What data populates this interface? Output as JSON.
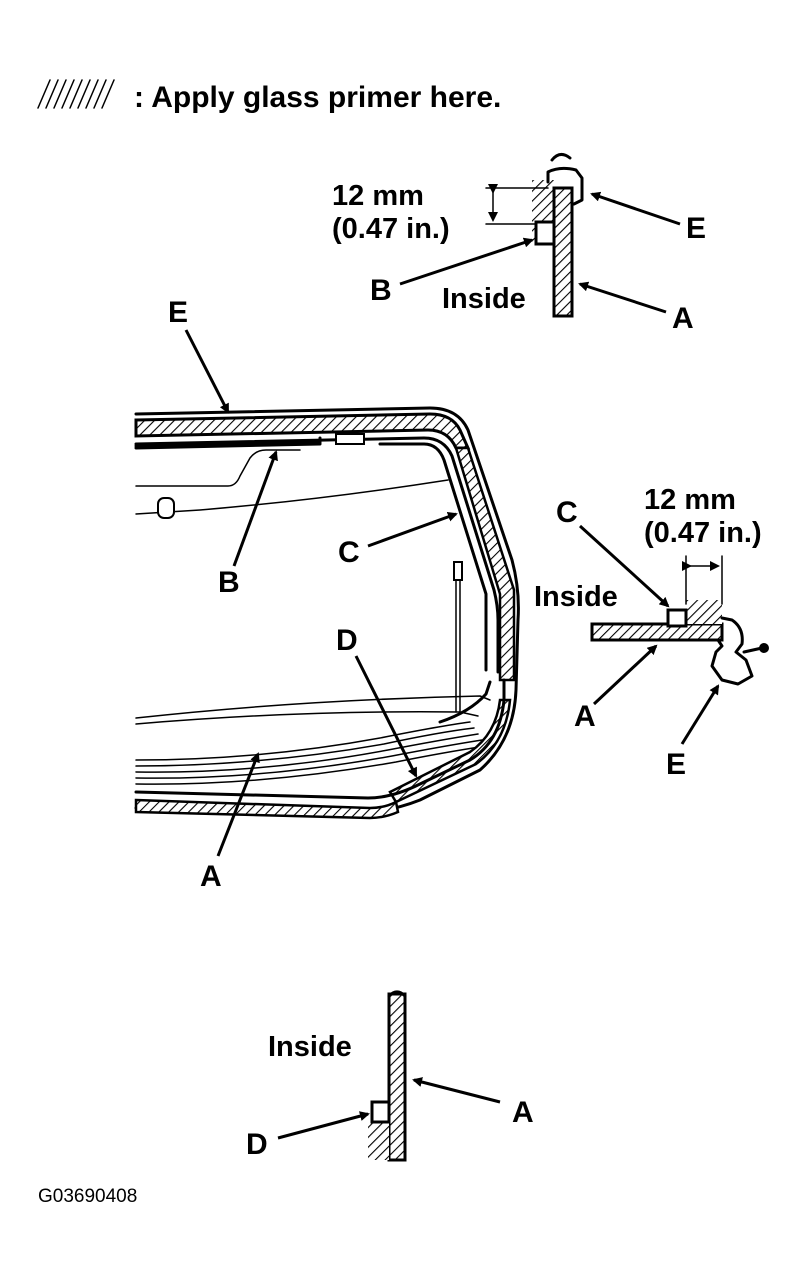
{
  "legend": {
    "text": ": Apply glass primer here.",
    "symbol_icon": "hatch-pattern-icon"
  },
  "labels": {
    "A": "A",
    "B": "B",
    "C": "C",
    "D": "D",
    "E": "E",
    "inside": "Inside"
  },
  "dimension": {
    "metric": "12 mm",
    "imperial": "(0.47 in.)"
  },
  "figure_code": "G03690408",
  "colors": {
    "ink": "#000000",
    "background": "#ffffff"
  }
}
